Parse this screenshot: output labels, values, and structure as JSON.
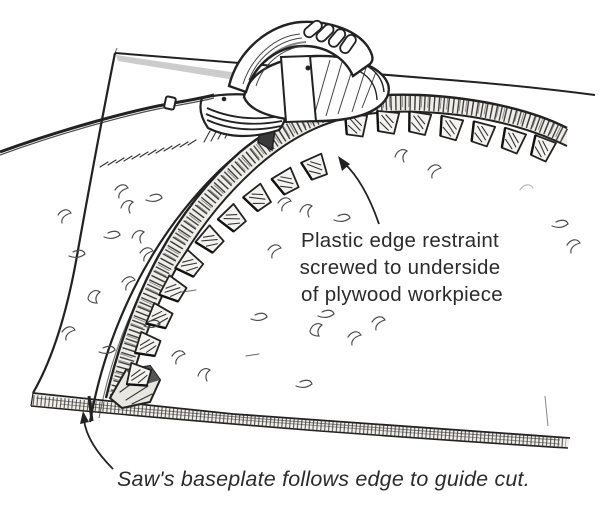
{
  "figure": {
    "labels": {
      "restraint": {
        "line1": "Plastic edge restraint",
        "line2": "screwed to underside",
        "line3": "of plywood workpiece"
      },
      "caption": "Saw's baseplate follows edge to guide cut."
    },
    "restraint_teeth_count": 17,
    "colors": {
      "ink": "#222222",
      "text": "#2b2b2b",
      "paper": "#ffffff",
      "edge_shading": "#9a9a9a"
    }
  }
}
